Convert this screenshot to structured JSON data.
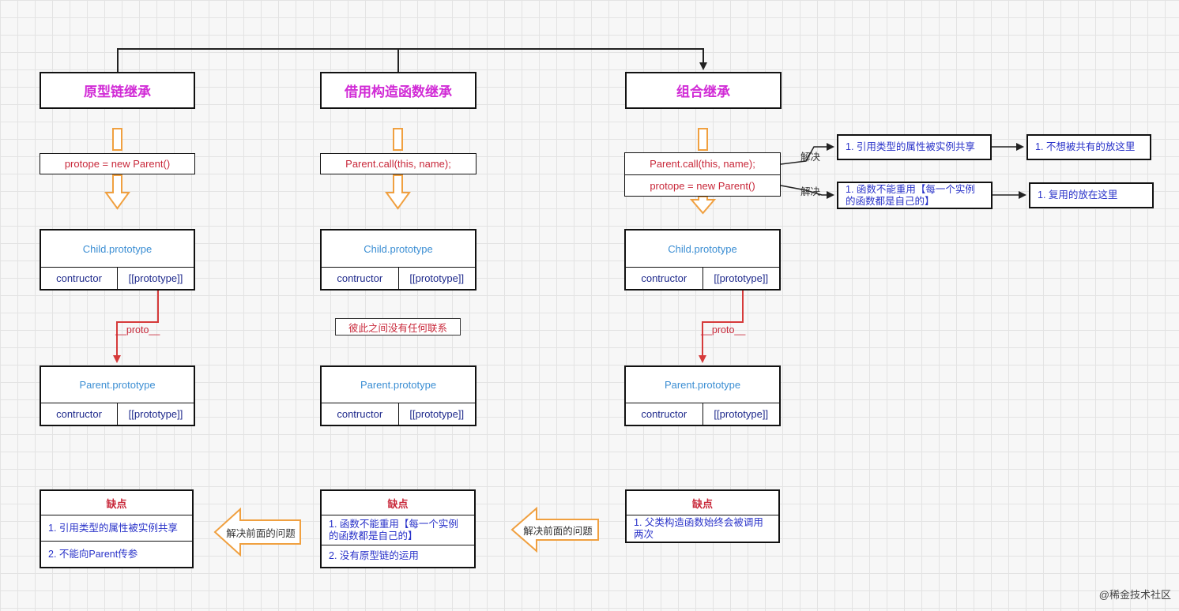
{
  "titles": {
    "prototype_chain": "原型链继承",
    "constructor_borrow": "借用构造函数继承",
    "combination": "组合继承"
  },
  "code": {
    "proto_new_parent": "protope = new Parent()",
    "parent_call": "Parent.call(this, name);"
  },
  "table": {
    "child_proto": "Child.prototype",
    "parent_proto": "Parent.prototype",
    "constructor_cell": "contructor",
    "prototype_cell": "[[prototype]]"
  },
  "links": {
    "proto": "__proto__",
    "no_relation": "彼此之间没有任何联系"
  },
  "cons": {
    "header": "缺点",
    "col1": [
      "1. 引用类型的属性被实例共享",
      "2. 不能向Parent传参"
    ],
    "col2": [
      "1. 函数不能重用【每一个实例的函数都是自己的】",
      "2. 没有原型链的运用"
    ],
    "col3": [
      "1. 父类构造函数始终会被调用两次"
    ]
  },
  "solve": {
    "label": "解决",
    "problem1": "1. 引用类型的属性被实例共享",
    "result1": "1. 不想被共有的放这里",
    "problem2": "1. 函数不能重用【每一个实例的函数都是自己的】",
    "result2": "1. 复用的放在这里"
  },
  "resolve_previous": "解决前面的问题",
  "watermark": "@稀金技术社区",
  "colors": {
    "title": "#d12bd6",
    "code": "#c8283a",
    "table_header": "#3b8ed3",
    "cell_text": "#1f2a8c",
    "list_text": "#2a33c9",
    "hollow_arrow": "#f0a040",
    "proto_arrow": "#d63a3a"
  }
}
